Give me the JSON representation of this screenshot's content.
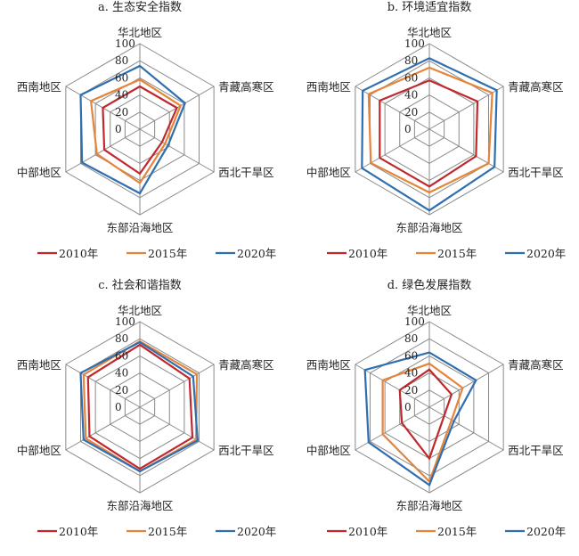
{
  "colors": {
    "grid": "#8a8a8a",
    "s2010": "#c0282d",
    "s2015": "#e6843a",
    "s2020": "#2f6fb0"
  },
  "chart_data": [
    {
      "type": "radar",
      "title": "a. 生态安全指数",
      "axes": [
        "华北地区",
        "青藏高寒区",
        "西北干旱区",
        "东部沿海地区",
        "中部地区",
        "西南地区"
      ],
      "ticks": [
        "100",
        "80",
        "60",
        "40",
        "20",
        "0"
      ],
      "rmax": 100,
      "grid": true,
      "legend_position": "bottom",
      "series": [
        {
          "name": "2010年",
          "values": [
            50,
            50,
            30,
            52,
            48,
            50
          ]
        },
        {
          "name": "2015年",
          "values": [
            58,
            55,
            34,
            63,
            58,
            66
          ]
        },
        {
          "name": "2020年",
          "values": [
            74,
            61,
            38,
            75,
            78,
            80
          ]
        }
      ]
    },
    {
      "type": "radar",
      "title": "b. 环境适宜指数",
      "axes": [
        "华北地区",
        "青藏高寒区",
        "西北干旱区",
        "东部沿海地区",
        "中部地区",
        "西南地区"
      ],
      "ticks": [
        "100",
        "80",
        "60",
        "40",
        "20",
        "0"
      ],
      "rmax": 100,
      "grid": true,
      "legend_position": "bottom",
      "series": [
        {
          "name": "2010年",
          "values": [
            57,
            65,
            63,
            67,
            67,
            67
          ]
        },
        {
          "name": "2015年",
          "values": [
            72,
            85,
            80,
            74,
            79,
            82
          ]
        },
        {
          "name": "2020年",
          "values": [
            83,
            91,
            88,
            95,
            91,
            90
          ]
        }
      ]
    },
    {
      "type": "radar",
      "title": "c. 社会和谐指数",
      "axes": [
        "华北地区",
        "青藏高寒区",
        "西北干旱区",
        "东部沿海地区",
        "中部地区",
        "西南地区"
      ],
      "ticks": [
        "100",
        "80",
        "60",
        "40",
        "20",
        "0"
      ],
      "rmax": 100,
      "grid": true,
      "legend_position": "bottom",
      "series": [
        {
          "name": "2010年",
          "values": [
            73,
            67,
            71,
            72,
            68,
            70
          ]
        },
        {
          "name": "2015年",
          "values": [
            77,
            77,
            76,
            75,
            73,
            76
          ]
        },
        {
          "name": "2020年",
          "values": [
            76,
            72,
            78,
            75,
            76,
            80
          ]
        }
      ]
    },
    {
      "type": "radar",
      "title": "d. 绿色发展指数",
      "axes": [
        "华北地区",
        "青藏高寒区",
        "西北干旱区",
        "东部沿海地区",
        "中部地区",
        "西南地区"
      ],
      "ticks": [
        "100",
        "80",
        "60",
        "40",
        "20",
        "0"
      ],
      "rmax": 100,
      "grid": true,
      "legend_position": "bottom",
      "series": [
        {
          "name": "2010年",
          "values": [
            44,
            30,
            20,
            60,
            37,
            40
          ]
        },
        {
          "name": "2015年",
          "values": [
            51,
            45,
            30,
            87,
            63,
            63
          ]
        },
        {
          "name": "2020年",
          "values": [
            64,
            63,
            33,
            91,
            82,
            87
          ]
        }
      ]
    }
  ]
}
